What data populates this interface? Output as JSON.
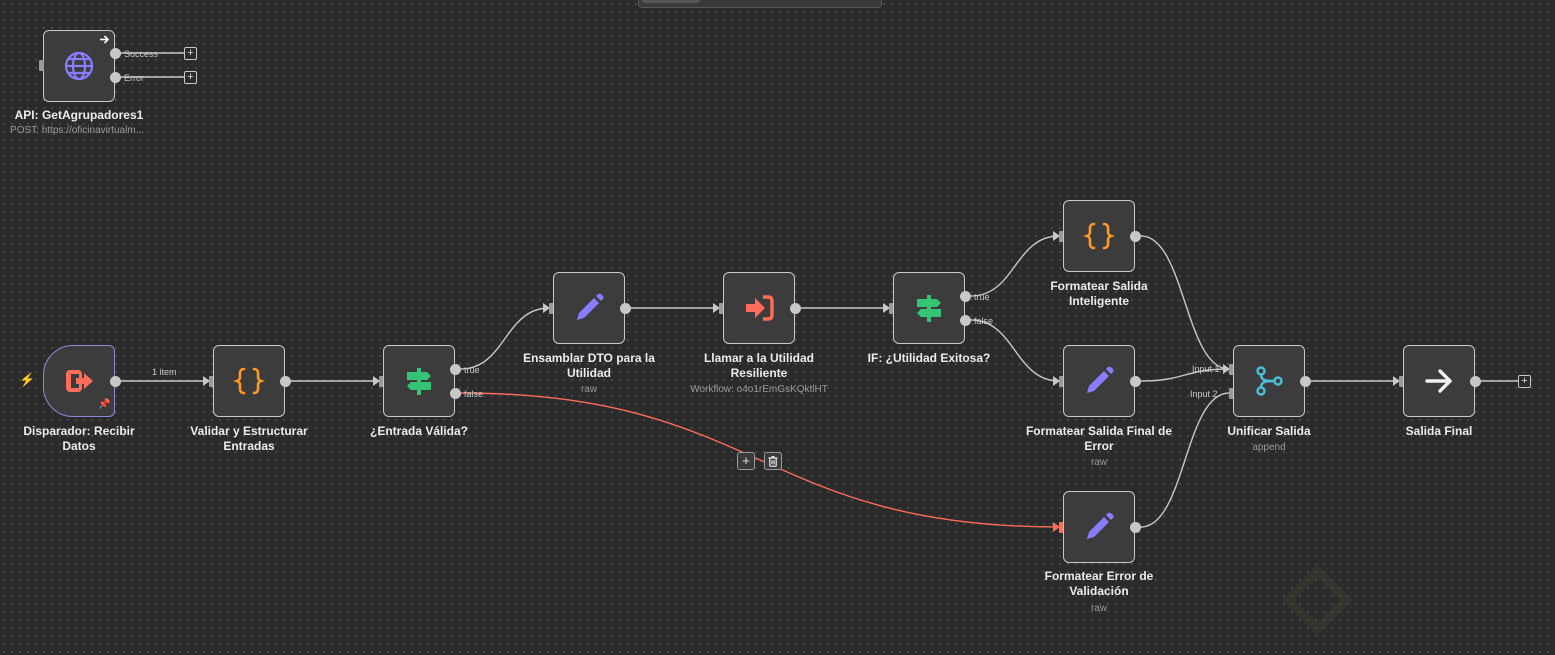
{
  "nodes": {
    "api": {
      "title": "API: GetAgrupadores1",
      "subtitle": "POST: https://oficinavirtualm...",
      "outputs": [
        "Success",
        "Error"
      ]
    },
    "trigger": {
      "title": "Disparador: Recibir Datos"
    },
    "validar": {
      "title": "Validar y Estructurar Entradas"
    },
    "entrada": {
      "title": "¿Entrada Válida?",
      "outputs": [
        "true",
        "false"
      ]
    },
    "ensamblar": {
      "title": "Ensamblar DTO para la Utilidad",
      "subtitle": "raw"
    },
    "llamar": {
      "title": "Llamar a la Utilidad Resiliente",
      "subtitle": "Workflow: o4o1rEmGsKQktlHT"
    },
    "if_util": {
      "title": "IF: ¿Utilidad Exitosa?",
      "outputs": [
        "true",
        "false"
      ]
    },
    "fmt_intel": {
      "title": "Formatear Salida Inteligente"
    },
    "fmt_err_final": {
      "title": "Formatear Salida Final de Error",
      "subtitle": "raw"
    },
    "fmt_err_val": {
      "title": "Formatear Error de Validación",
      "subtitle": "raw"
    },
    "unificar": {
      "title": "Unificar Salida",
      "subtitle": "append",
      "inputs": [
        "Input 1",
        "Input 2"
      ]
    },
    "salida": {
      "title": "Salida Final"
    }
  },
  "edge_labels": {
    "trigger_to_validar": "1 item"
  },
  "edge_actions": {
    "add": "+",
    "delete": "🗑"
  },
  "canvas_add": "+",
  "colors": {
    "edge": "#c8c8c8",
    "edge_highlight": "#ff6d5a",
    "icon_orange": "#ff9922",
    "icon_red": "#ff6d5a",
    "icon_green": "#35c476",
    "icon_purple": "#8a7cff",
    "icon_teal": "#4dbfd9"
  }
}
